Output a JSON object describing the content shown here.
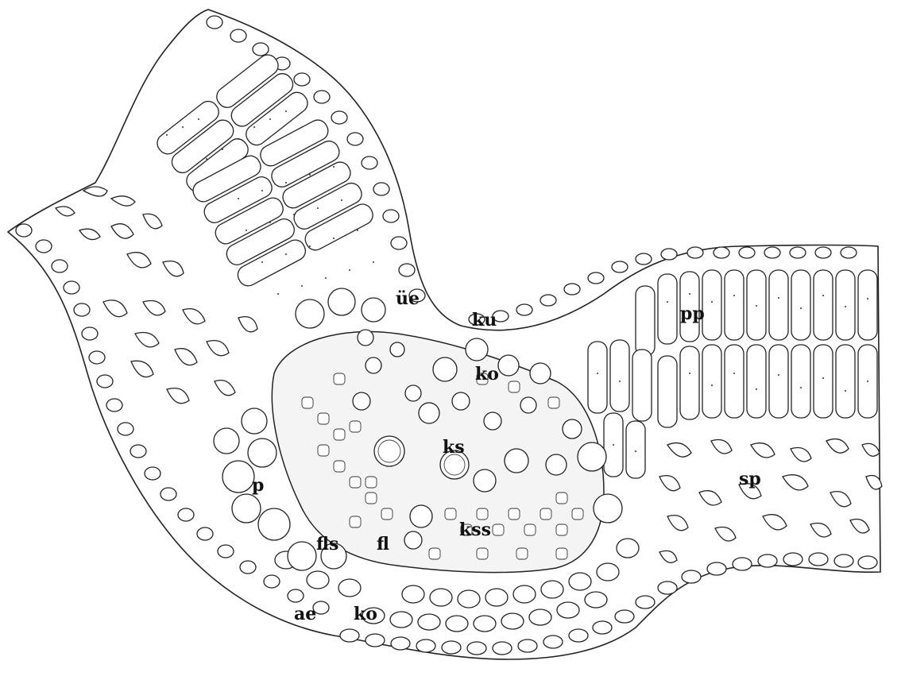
{
  "labels": {
    "ue": "üe",
    "ku": "ku",
    "ko_upper": "ko",
    "pp": "pp",
    "ks": "ks",
    "sp": "sp",
    "p": "p",
    "kss": "kss",
    "fls": "fls",
    "fl": "fl",
    "ae": "ae",
    "ko_lower": "ko"
  }
}
